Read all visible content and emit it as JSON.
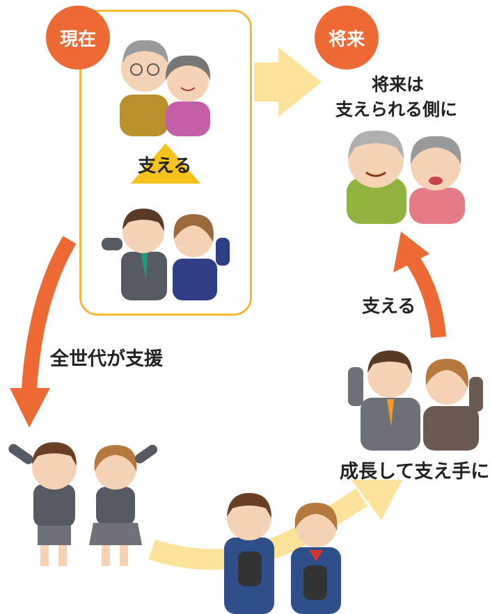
{
  "badges": {
    "current": "現在",
    "future": "将来"
  },
  "labels": {
    "future_caption_line1": "将来は",
    "future_caption_line2": "支えられる側に",
    "support_in_box": "支える",
    "support_right": "支える",
    "all_generations": "全世代が支援",
    "grow_up": "成長して支え手に"
  },
  "colors": {
    "accent_orange": "#ee6a35",
    "box_border": "#f5b82e",
    "light_arrow": "#fde49a",
    "triangle": "#f8c21c"
  }
}
